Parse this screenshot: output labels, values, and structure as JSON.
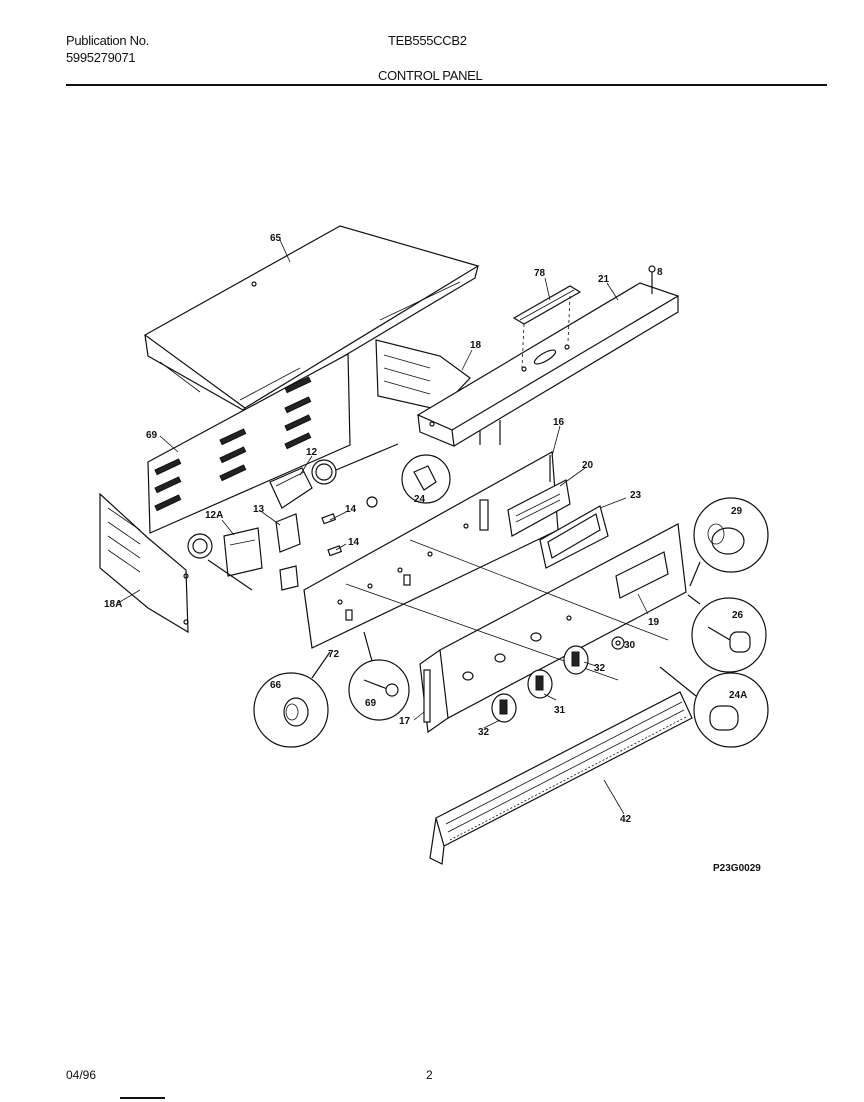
{
  "header": {
    "publication_label": "Publication No.",
    "publication_number": "5995279071",
    "model": "TEB555CCB2",
    "section_title": "CONTROL PANEL"
  },
  "footer": {
    "date": "04/96",
    "page": "2"
  },
  "diagram": {
    "catalog_code": "P23G0029",
    "part_labels": {
      "p65": "65",
      "p78": "78",
      "p21": "21",
      "p8": "8",
      "p18": "18",
      "p69a": "69",
      "p16": "16",
      "p12": "12",
      "p20": "20",
      "p24": "24",
      "p23": "23",
      "p29": "29",
      "p13": "13",
      "p14a": "14",
      "p12A": "12A",
      "p14b": "14",
      "p18A": "18A",
      "p19": "19",
      "p26": "26",
      "p30": "30",
      "p32a": "32",
      "p72": "72",
      "p66": "66",
      "p69b": "69",
      "p17": "17",
      "p31": "31",
      "p32b": "32",
      "p24A": "24A",
      "p42": "42"
    }
  }
}
